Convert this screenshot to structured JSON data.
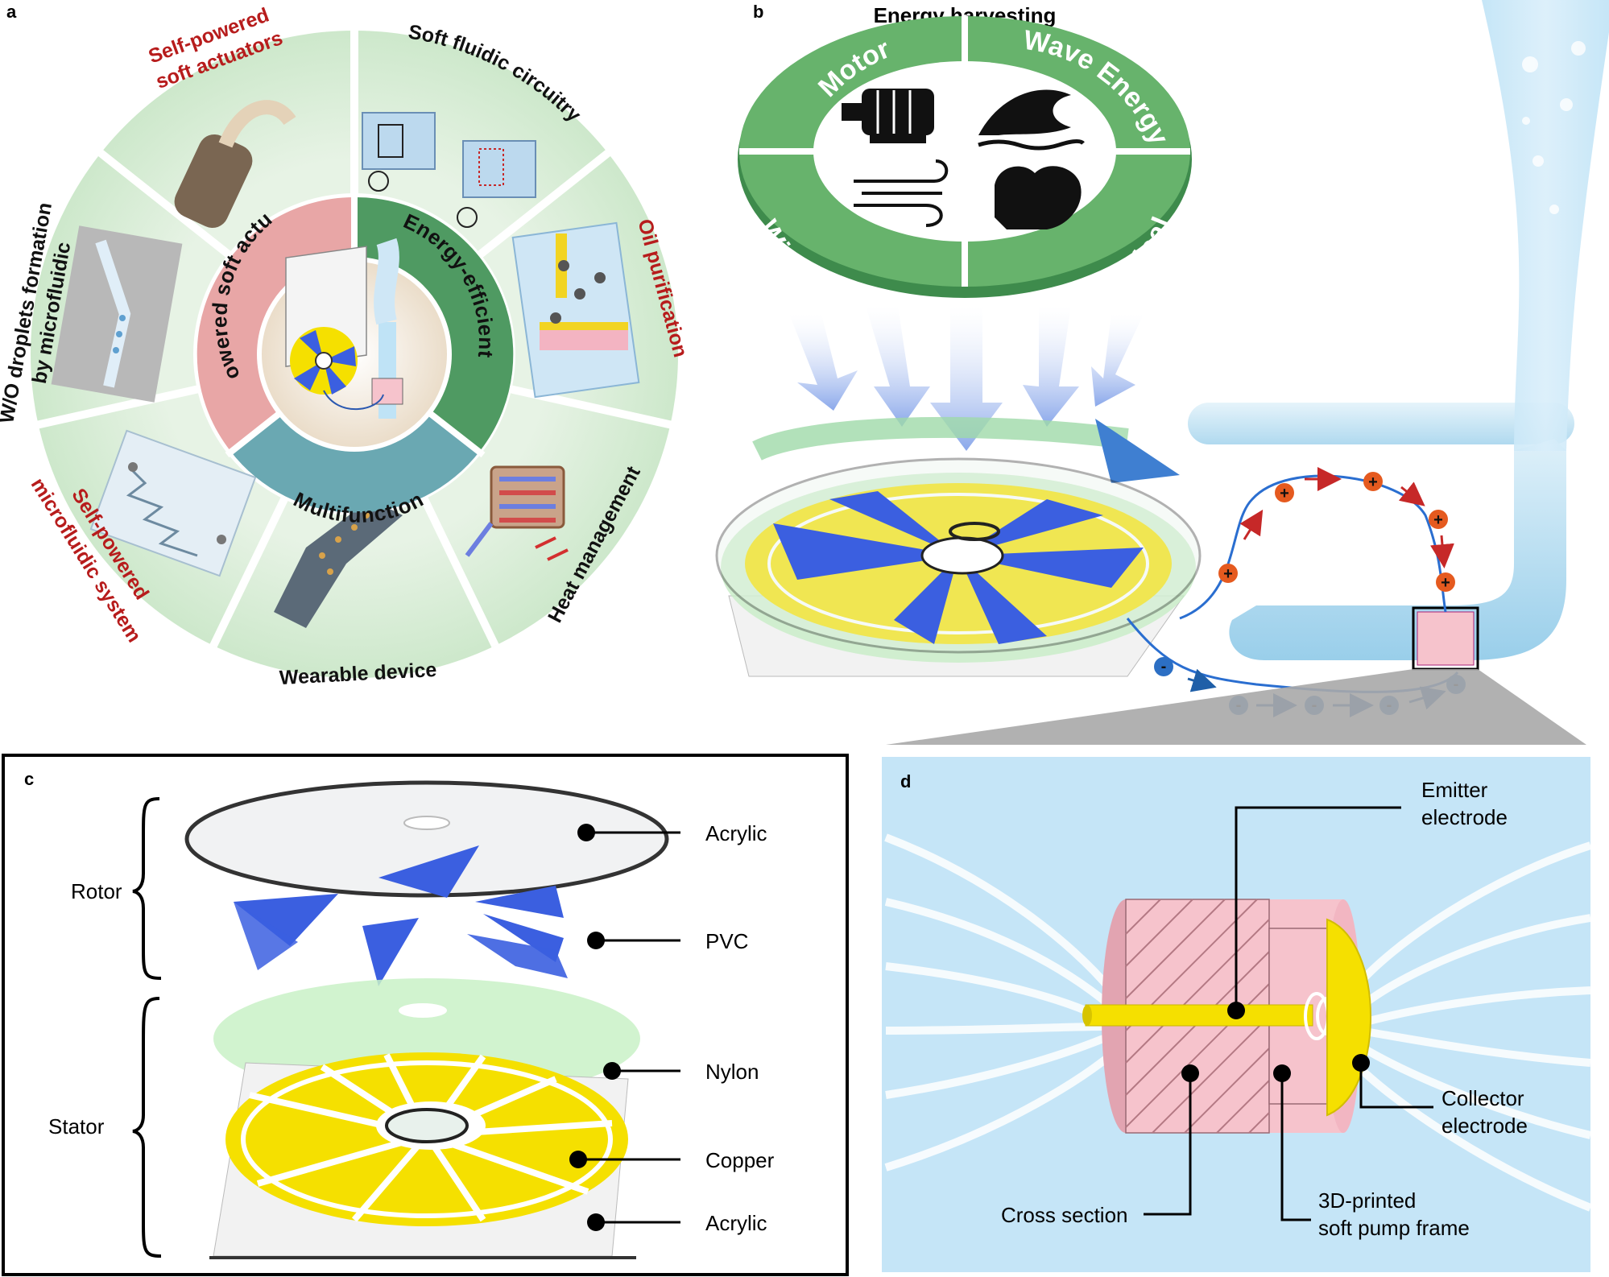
{
  "panels": {
    "a": "a",
    "b": "b",
    "c": "c",
    "d": "d"
  },
  "panel_a": {
    "center_segments": [
      "Self-powered soft actuators",
      "Energy-efficient",
      "Multifunction"
    ],
    "outer_segments": [
      {
        "label": "Self-powered soft actuators",
        "line1": "Self-powered",
        "line2": "soft actuators",
        "color": "#b71c1c"
      },
      {
        "label": "Soft fluidic circuitry",
        "line1": "Soft fluidic circuitry",
        "line2": "",
        "color": "#111111"
      },
      {
        "label": "Oil purification",
        "line1": "Oil purification",
        "line2": "",
        "color": "#b71c1c"
      },
      {
        "label": "Heat management",
        "line1": "Heat management",
        "line2": "",
        "color": "#111111"
      },
      {
        "label": "Wearable device",
        "line1": "Wearable device",
        "line2": "",
        "color": "#111111"
      },
      {
        "label": "Self-powered microfluidic system",
        "line1": "Self-powered",
        "line2": "microfluidic system",
        "color": "#b71c1c"
      },
      {
        "label": "W/O droplets formation by microfluidic",
        "line1": "W/O droplets formation",
        "line2": "by microfluidic",
        "color": "#111111"
      }
    ]
  },
  "panel_b": {
    "title": "Energy harvesting",
    "quadrants": [
      "Motor",
      "Wave Energy",
      "Wind Energy",
      "Biomechanical"
    ],
    "charges": {
      "positive": "+",
      "negative": "-"
    }
  },
  "panel_c": {
    "groups": [
      "Rotor",
      "Stator"
    ],
    "layers": [
      "Acrylic",
      "PVC",
      "Nylon",
      "Copper",
      "Acrylic"
    ]
  },
  "panel_d": {
    "labels": {
      "emitter": [
        "Emitter",
        "electrode"
      ],
      "collector": [
        "Collector",
        "electrode"
      ],
      "cross_section": "Cross section",
      "frame": [
        "3D-printed",
        "soft pump frame"
      ]
    }
  },
  "colors": {
    "green": "#5fae67",
    "red_label": "#b71c1c",
    "blade_blue": "#3b5fe0",
    "copper_yellow": "#f5e000",
    "pump_pink": "#f6c3cc",
    "water_blue": "#bfe3f6"
  }
}
